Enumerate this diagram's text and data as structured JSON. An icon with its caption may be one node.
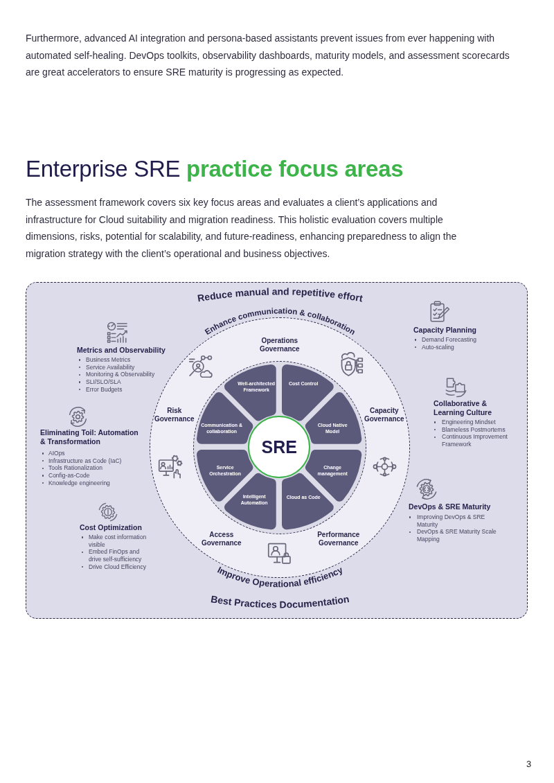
{
  "diagram": {
    "title": "Enterprise SRE **practice focus areas**",
    "nodes": [
      {
        "text": [],
        "shape": "box"
      },
      {
        "text": [
          "Operations Governance",
          "Risk Governance",
          "Capacity Governance",
          "Access Governance",
          "Performance Governance"
        ],
        "in": 0
      },
      {
        "text": [],
        "shape": "circle",
        "in": 1
      },
      {
        "text": [
          "Well-architected Framework"
        ],
        "in": 2
      },
      {
        "text": [
          "Cost Control"
        ],
        "in": 2
      },
      {
        "text": [
          "Communication & collaboration"
        ],
        "in": 2
      },
      {
        "text": [
          "Cloud Native Model"
        ],
        "in": 2
      },
      {
        "text": [
          "SRE"
        ],
        "in": 2
      },
      {
        "text": [
          "Service Orchestration"
        ],
        "in": 2
      },
      {
        "text": [
          "Change management"
        ],
        "in": 2
      },
      {
        "text": [
          "Intelligent Automation"
        ],
        "in": 2
      },
      {
        "text": [
          "Cloud as Code"
        ],
        "in": 2
      }
    ],
    "labels": [
      "Furthermore, advanced AI integration and persona-based assistants prevent issues from ever happening with automated self-healing. DevOps toolkits, observability dashboards, maturity models, and assessment scorecards are great accelerators to ensure SRE maturity is progressing as expected.",
      "The assessment framework covers six key focus areas and evaluates a client’s applications and infrastructure for Cloud suitability and migration readiness. This holistic evaluation covers multiple dimensions, risks, potential for scalability, and future-readiness, enhancing preparedness to align the migration strategy with the client’s operational and business objectives.",
      "Reduce manual and repetitive effort",
      "Enhance communication & collaboration",
      "Metrics and Observability",
      "Business Metrics",
      "Service Availability",
      "Monitoring & Observability",
      "SLI/SLO/SLA",
      "Error Budgets",
      "Capacity Planning",
      "Demand Forecasting",
      "Auto-scaling",
      "Eliminating Toil: Automation & Transformation",
      "AIOps",
      "Infrastructure as Code (IaC)",
      "Tools Rationalization",
      "Config-as-Code",
      "Knowledge engineering",
      "Collaborative & Learning Culture",
      "Engineering Mindset",
      "Blameless Postmortems",
      "Continuous Improvement Framework",
      "Cost Optimization",
      "Make cost information visible",
      "Embed FinOps and drive self-sufficiency",
      "Drive Cloud Efficiency",
      "DevOps & SRE Maturity",
      "Improving DevOps & SRE Maturity",
      "DevOps & SRE Maturity Scale Mapping",
      "Improve Operational efficiency",
      "Best Practices Documentation",
      "3"
    ]
  }
}
